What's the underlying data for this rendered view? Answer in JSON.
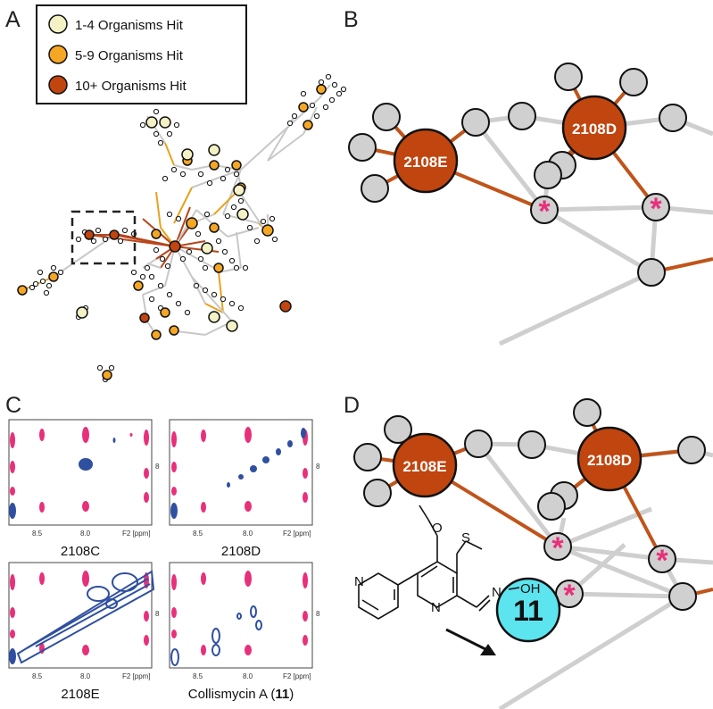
{
  "panels": {
    "a": "A",
    "b": "B",
    "c": "C",
    "d": "D"
  },
  "legend": [
    {
      "label": "1-4 Organisms Hit",
      "color": "#f4f2c4"
    },
    {
      "label": "5-9 Organisms Hit",
      "color": "#f5a623"
    },
    {
      "label": "10+ Organisms Hit",
      "color": "#c0450f"
    }
  ],
  "nodes": {
    "e": "2108E",
    "d": "2108D",
    "compound": "11",
    "star": "*"
  },
  "spectra": {
    "captions": [
      "2108C",
      "2108D",
      "2108E"
    ],
    "caption_last_prefix": "Collismycin A (",
    "caption_last_bold": "11",
    "caption_last_suffix": ")",
    "ticks": [
      "8.5",
      "8.0"
    ],
    "f2_label": "F2 [ppm]",
    "y_tick": "8"
  },
  "molecule": {
    "oxime": "N",
    "oh": "OH",
    "ring_n1": "N",
    "ring_n2": "N",
    "methoxy_o": "O",
    "thio_s": "S"
  },
  "colors": {
    "brown": "#c0450f",
    "brown_edge": "#c0541a",
    "orange": "#f5a623",
    "pale": "#f4f2c4",
    "grey_node": "#d0d0d0",
    "grey_edge": "#c8c8c8",
    "magenta": "#e8307a",
    "blue": "#2f4fa0",
    "cyan": "#5ce4ef"
  }
}
